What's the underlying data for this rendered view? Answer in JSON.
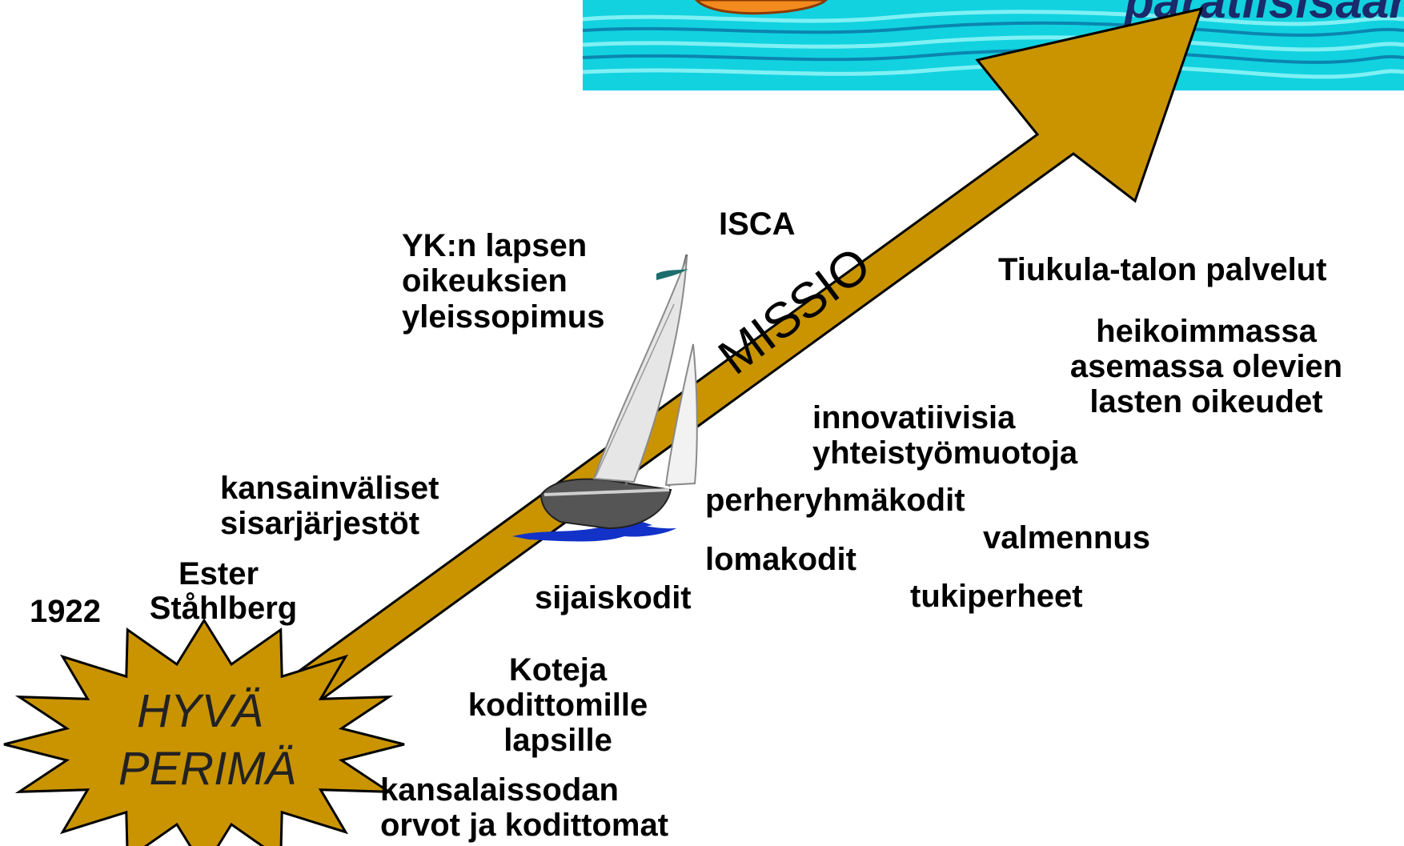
{
  "banner": {
    "text": "paratiisisaarelle"
  },
  "start": {
    "line1": "HYVÄ",
    "line2": "PERIMÄ"
  },
  "arrow": {
    "label": "MISSIO"
  },
  "labels": {
    "year": "1922",
    "ester": [
      "Ester",
      "Ståhlberg"
    ],
    "sisar": [
      "kansainväliset",
      "sisarjärjestöt"
    ],
    "yk": [
      "YK:n lapsen",
      "oikeuksien",
      "yleissopimus"
    ],
    "isca": "ISCA",
    "tiukula": "Tiukula-talon palvelut",
    "heikoimmassa": [
      "heikoimmassa",
      "asemassa olevien",
      "lasten oikeudet"
    ],
    "innovatiivisia": [
      "innovatiivisia",
      "yhteistyömuotoja"
    ],
    "perheryhmakodit": "perheryhmäkodit",
    "valmennus": "valmennus",
    "lomakodit": "lomakodit",
    "sijaiskodit": "sijaiskodit",
    "tukiperheet": "tukiperheet",
    "koteja": [
      "Koteja",
      "kodittomille",
      "lapsille"
    ],
    "kansalais": [
      "kansalaissodan",
      "orvot ja kodittomat"
    ]
  },
  "colors": {
    "arrow_fill": "#c99400",
    "star_fill": "#c99400",
    "sea": "#12d2e0",
    "wave_light": "#7ff0f4",
    "wave_dark": "#0a86b0",
    "sail": "#e6e6e6",
    "hull": "#555555",
    "water_splash": "#1232c8",
    "flag": "#1c6e6e"
  },
  "icons": {
    "start": "starburst-icon",
    "boat": "sailboat-icon",
    "island": "island-icon"
  }
}
